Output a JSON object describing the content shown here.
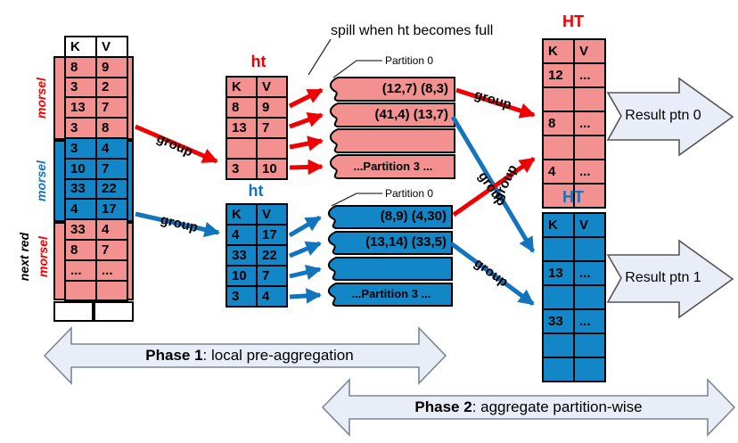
{
  "colors": {
    "pink": "#F2918F",
    "blue": "#1286C6",
    "red_accent": "#F00000",
    "blue_accent": "#1374BE",
    "big_arrow_fill": "#E9EDF7"
  },
  "left_table": {
    "headers": [
      "K",
      "V"
    ],
    "rows": [
      [
        "8",
        "9"
      ],
      [
        "3",
        "2"
      ],
      [
        "13",
        "7"
      ],
      [
        "3",
        "8"
      ],
      [
        "3",
        "4"
      ],
      [
        "10",
        "7"
      ],
      [
        "33",
        "22"
      ],
      [
        "4",
        "17"
      ],
      [
        "33",
        "4"
      ],
      [
        "8",
        "7"
      ],
      [
        "...",
        "..."
      ],
      [
        "",
        ""
      ]
    ],
    "morsels": {
      "m1": "morsel",
      "m2": "morsel",
      "m3": "morsel",
      "next": "next red"
    }
  },
  "ht_pink": {
    "title": "ht",
    "headers": [
      "K",
      "V"
    ],
    "rows": [
      [
        "8",
        "9"
      ],
      [
        "13",
        "7"
      ],
      [
        "",
        ""
      ],
      [
        "3",
        "10"
      ]
    ]
  },
  "ht_blue": {
    "title": "ht",
    "headers": [
      "K",
      "V"
    ],
    "rows": [
      [
        "4",
        "17"
      ],
      [
        "33",
        "22"
      ],
      [
        "10",
        "7"
      ],
      [
        "3",
        "4"
      ]
    ]
  },
  "partitions_pink": {
    "callout": "Partition 0",
    "bar1": "(12,7) (8,3)",
    "bar2": "(41,4) (13,7)",
    "bar3": "",
    "bar4": "...Partition 3 ..."
  },
  "partitions_blue": {
    "callout": "Partition 0",
    "bar1": "(8,9) (4,30)",
    "bar2": "(13,14) (33,5)",
    "bar3": "",
    "bar4": "...Partition 3 ..."
  },
  "ht_final_pink": {
    "title": "HT",
    "headers": [
      "K",
      "V"
    ],
    "rows": [
      [
        "12",
        "..."
      ],
      [
        "",
        ""
      ],
      [
        "8",
        "..."
      ],
      [
        "",
        ""
      ],
      [
        "4",
        "..."
      ],
      [
        "",
        ""
      ]
    ]
  },
  "ht_final_blue": {
    "title": "HT",
    "headers": [
      "K",
      "V"
    ],
    "rows": [
      [
        "",
        ""
      ],
      [
        "13",
        "..."
      ],
      [
        "",
        ""
      ],
      [
        "33",
        "..."
      ],
      [
        "",
        ""
      ],
      [
        "",
        ""
      ]
    ]
  },
  "labels": {
    "group": "group",
    "spill": "spill when ht becomes full"
  },
  "results": {
    "ptn0": "Result ptn 0",
    "ptn1": "Result ptn 1"
  },
  "phases": {
    "p1_title": "Phase 1",
    "p1_rest": ": local pre-aggregation",
    "p2_title": "Phase 2",
    "p2_rest": ": aggregate partition-wise"
  }
}
